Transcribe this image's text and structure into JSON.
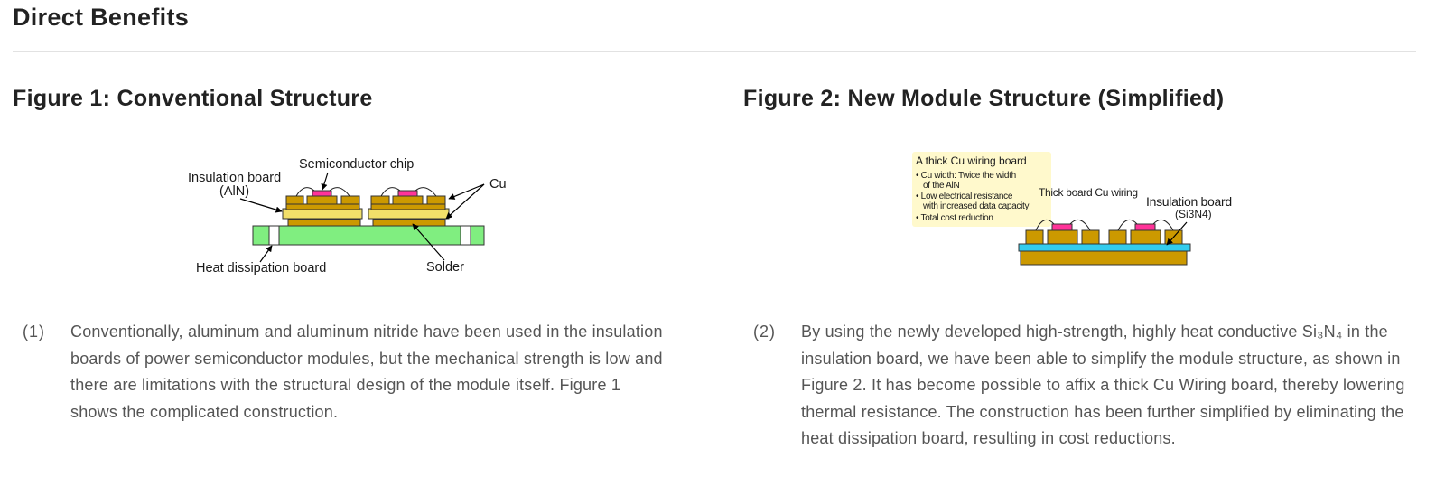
{
  "page": {
    "title": "Direct Benefits"
  },
  "figure1": {
    "title": "Figure 1: Conventional Structure",
    "labels": {
      "chip": "Semiconductor chip",
      "insulation_line1": "Insulation board",
      "insulation_line2": "(AlN)",
      "cu": "Cu",
      "heat": "Heat dissipation board",
      "solder": "Solder"
    },
    "colors": {
      "heat_board": "#80ee80",
      "cu": "#cc9900",
      "insulation": "#f2e06a",
      "chip": "#ff3399"
    }
  },
  "figure2": {
    "title": "Figure 2: New Module Structure (Simplified)",
    "callout": {
      "title": "A thick Cu wiring board",
      "bullets": [
        "• Cu width: Twice the width",
        "of the AlN",
        "• Low electrical resistance",
        "with increased data capacity",
        "• Total cost reduction"
      ]
    },
    "labels": {
      "thick_cu": "Thick board Cu wiring",
      "insulation": "Insulation board",
      "insulation_material": "(Si3N4)"
    },
    "colors": {
      "callout_bg": "#fff9cc",
      "insulation": "#33ccee",
      "cu": "#cc9900",
      "chip": "#ff3399",
      "red_label": "#e4003a"
    }
  },
  "notes": [
    {
      "number": "(1)",
      "text": "Conventionally, aluminum and aluminum nitride have been used in the insulation boards of power semiconductor modules, but the mechanical strength is low and there are limitations with the structural design of the module itself. Figure 1 shows the complicated construction."
    },
    {
      "number": "(2)",
      "text": "By using the newly developed high-strength, highly heat conductive Si₃N₄ in the insulation board, we have been able to simplify the module structure, as shown in Figure 2. It has become possible to affix a thick Cu Wiring board, thereby lowering thermal resistance. The construction has been further simplified by eliminating the heat dissipation board, resulting in cost reductions."
    }
  ]
}
